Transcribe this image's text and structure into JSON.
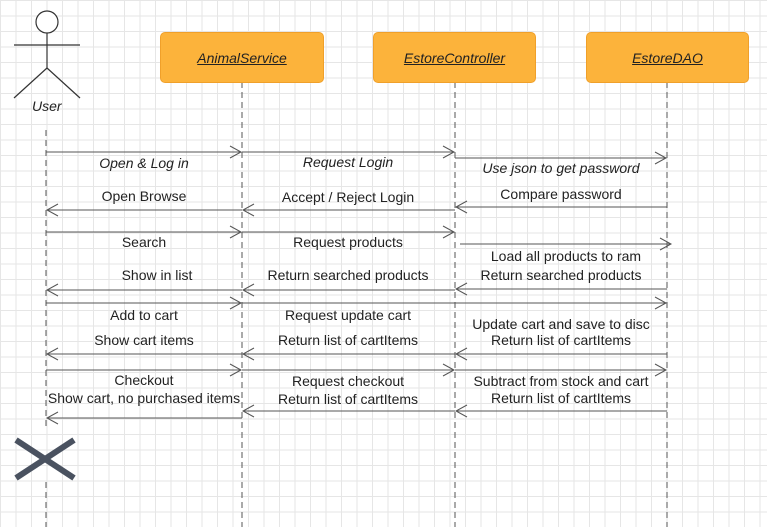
{
  "actor": {
    "name": "User"
  },
  "objects": {
    "animal_service": "AnimalService",
    "estore_controller": "EstoreController",
    "estore_dao": "EstoreDAO"
  },
  "messages": {
    "m1": "Open & Log in",
    "m2": "Request Login",
    "m3": "Use json to get password",
    "m4": "Compare password",
    "m5": "Accept / Reject Login",
    "m6": "Open Browse",
    "m7": "Search",
    "m8": "Request products",
    "m9": "Load all products to ram",
    "m10": "Return searched products",
    "m11": "Return searched products",
    "m12": "Show in list",
    "m13": "Add to cart",
    "m14": "Request update cart",
    "m15": "Update cart and save to disc",
    "m16": "Return list of cartItems",
    "m17": "Return list of cartItems",
    "m18": "Show cart items",
    "m19": "Checkout",
    "m20": "Request checkout",
    "m21": "Subtract from stock and cart",
    "m22": "Return list of cartItems",
    "m23": "Return list of cartItems",
    "m24": "Show cart, no purchased items"
  },
  "colors": {
    "object_fill": "#fcb33b",
    "line": "#555555",
    "terminate": "#4a5260"
  }
}
